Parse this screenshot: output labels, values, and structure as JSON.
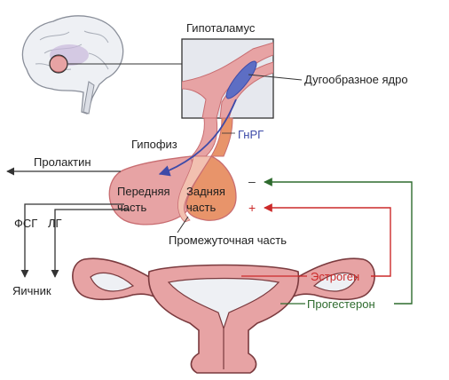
{
  "labels": {
    "hypothalamus": "Гипоталамус",
    "arcuate_nucleus": "Дугообразное ядро",
    "pituitary": "Гипофиз",
    "gnrh": "ГнРГ",
    "prolactin": "Пролактин",
    "anterior_line1": "Передняя",
    "anterior_line2": "часть",
    "posterior_line1": "Задняя",
    "posterior_line2": "часть",
    "intermediate": "Промежуточная часть",
    "fsh": "ФСГ",
    "lh": "ЛГ",
    "ovary": "Яичник",
    "estrogen": "Эстроген",
    "progesterone": "Прогестерон",
    "minus": "–",
    "plus": "+"
  },
  "colors": {
    "tissue": "#e7a3a4",
    "tissue_dark": "#c86d71",
    "posterior": "#e8946a",
    "nucleus": "#5d6ec4",
    "gnrh_arrow": "#3d4aa8",
    "estrogen": "#cc2a2a",
    "progesterone": "#2e6b2e",
    "line": "#333333"
  }
}
